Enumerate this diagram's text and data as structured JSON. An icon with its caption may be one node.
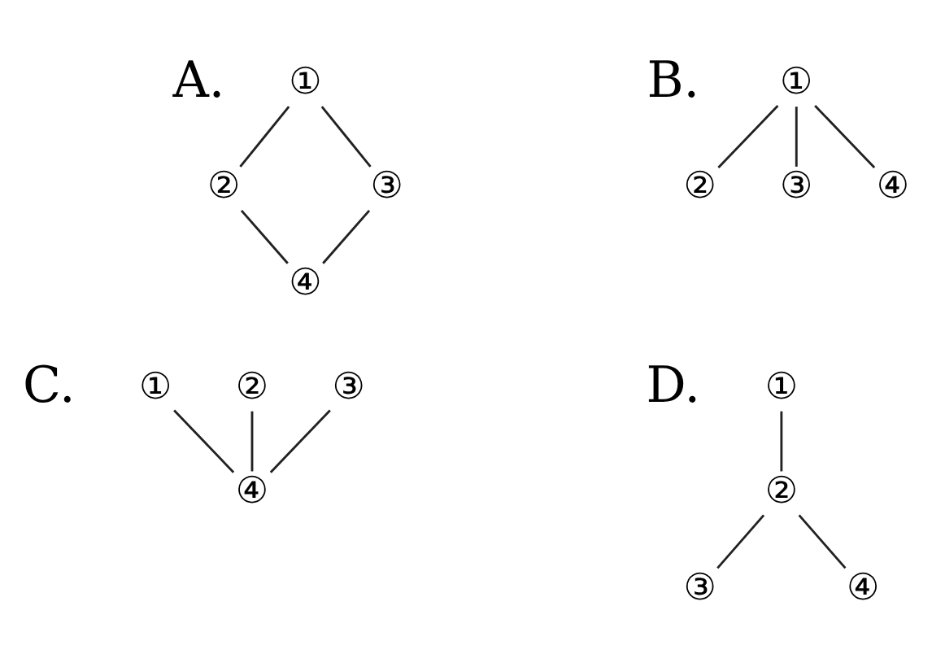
{
  "diagram": {
    "nodes": [
      {
        "text": [
          "①"
        ]
      },
      {
        "text": [
          "②"
        ]
      },
      {
        "text": [
          "③"
        ]
      },
      {
        "text": [
          "④"
        ]
      },
      {
        "text": [
          "①"
        ]
      },
      {
        "text": [
          "②"
        ]
      },
      {
        "text": [
          "③"
        ]
      },
      {
        "text": [
          "④"
        ]
      },
      {
        "text": [
          "①"
        ]
      },
      {
        "text": [
          "②"
        ]
      },
      {
        "text": [
          "③"
        ]
      },
      {
        "text": [
          "④"
        ]
      },
      {
        "text": [
          "①"
        ]
      },
      {
        "text": [
          "②"
        ]
      },
      {
        "text": [
          "③"
        ]
      },
      {
        "text": [
          "④"
        ]
      }
    ],
    "edges": [
      {
        "from": 0,
        "to": 1,
        "arrow": "none"
      },
      {
        "from": 0,
        "to": 2,
        "arrow": "none"
      },
      {
        "from": 1,
        "to": 3,
        "arrow": "none"
      },
      {
        "from": 2,
        "to": 3,
        "arrow": "none"
      },
      {
        "from": 4,
        "to": 5,
        "arrow": "none"
      },
      {
        "from": 4,
        "to": 6,
        "arrow": "none"
      },
      {
        "from": 4,
        "to": 7,
        "arrow": "none"
      },
      {
        "from": 8,
        "to": 11,
        "arrow": "none"
      },
      {
        "from": 9,
        "to": 11,
        "arrow": "none"
      },
      {
        "from": 10,
        "to": 11,
        "arrow": "none"
      },
      {
        "from": 12,
        "to": 13,
        "arrow": "none"
      },
      {
        "from": 13,
        "to": 14,
        "arrow": "none"
      },
      {
        "from": 13,
        "to": 15,
        "arrow": "none"
      }
    ],
    "labels": [
      "A.",
      "B.",
      "C.",
      "D."
    ]
  }
}
